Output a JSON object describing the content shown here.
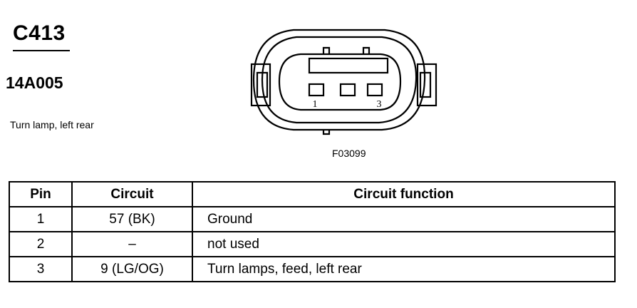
{
  "connector": {
    "id": "C413",
    "part_number": "14A005",
    "description": "Turn lamp, left rear",
    "figure_id": "F03099",
    "face_labels": {
      "first": "1",
      "last": "3"
    }
  },
  "table": {
    "headers": {
      "pin": "Pin",
      "circuit": "Circuit",
      "function": "Circuit function"
    },
    "rows": [
      {
        "pin": "1",
        "circuit": "57 (BK)",
        "function": "Ground"
      },
      {
        "pin": "2",
        "circuit": "–",
        "function": "not used"
      },
      {
        "pin": "3",
        "circuit": "9 (LG/OG)",
        "function": "Turn lamps, feed, left rear"
      }
    ]
  }
}
